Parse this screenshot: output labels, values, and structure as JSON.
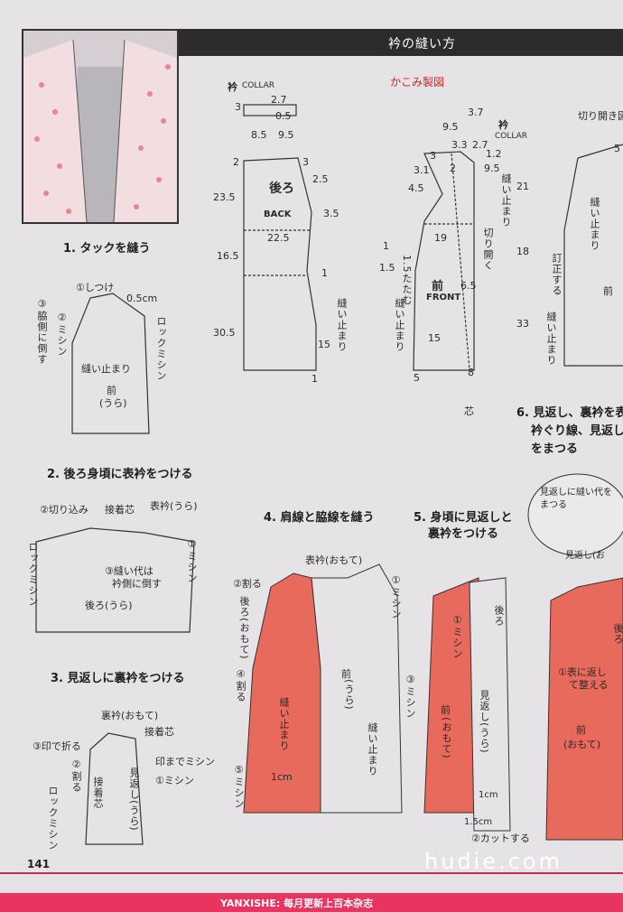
{
  "header": {
    "title": "衿の縫い方"
  },
  "pattern": {
    "subtitle": "かこみ製図",
    "collar_small": {
      "label": "衿",
      "label_en": "COLLAR",
      "m1": "2.7",
      "m2": "3",
      "m3": "0.5",
      "m4": "8.5",
      "m5": "9.5"
    },
    "back": {
      "label": "後ろ",
      "label_en": "BACK",
      "m_top": "2",
      "m_3": "3",
      "m_25": "2.5",
      "m_35": "3.5",
      "m_235": "23.5",
      "m_225": "22.5",
      "m_165": "16.5",
      "m_305": "30.5",
      "m_1a": "1",
      "m_1b": "1",
      "m_15": "15",
      "stop": "縫い止まり"
    },
    "front": {
      "label": "前",
      "label_en": "FRONT",
      "collar": "衿",
      "collar_en": "COLLAR",
      "m_37": "3.7",
      "m_95": "9.5",
      "m_33": "3.3",
      "m_27": "2.7",
      "m_12": "1.2",
      "m_3": "3",
      "m_31": "3.1",
      "m_2": "2",
      "m_95b": "9.5",
      "m_45": "4.5",
      "m_19": "19",
      "m_1": "1",
      "m_15": "1.5",
      "m_65": "6.5",
      "m_15b": "15",
      "m_5": "5",
      "m_8": "8",
      "fold": "1.5たたむ",
      "open": "切り開く",
      "stop1": "縫い止まり",
      "stop2": "縫い止まり",
      "hem": "芯"
    },
    "spread": {
      "title": "切り開き図",
      "m_5": "5",
      "m_21": "21",
      "m_18": "18",
      "m_33": "33",
      "stop1": "縫い止まり",
      "fix": "訂正する",
      "stop2": "縫い止まり",
      "front": "前"
    }
  },
  "steps": {
    "s1": {
      "title": "1. タックを縫う",
      "a": "①しつけ",
      "b": "0.5cm",
      "c": "②ミシン",
      "d": "③脇側に倒す",
      "e": "ロックミシン",
      "f": "縫い止まり",
      "g": "前",
      "h": "(うら)"
    },
    "s2": {
      "title": "2. 後ろ身頃に表衿をつける",
      "a": "②切り込み",
      "b": "接着芯",
      "c": "表衿(うら)",
      "d": "①ミシン",
      "e": "③縫い代は",
      "f": "衿側に倒す",
      "g": "ロックミシン",
      "h": "後ろ(うら)"
    },
    "s3": {
      "title": "3. 見返しに裏衿をつける",
      "a": "裏衿(おもて)",
      "b": "接着芯",
      "c": "③印で折る",
      "d": "印までミシン",
      "e": "②割る",
      "f": "①ミシン",
      "g": "ロックミシン",
      "h": "接着芯",
      "i": "見返し(うら)"
    },
    "s4": {
      "title": "4. 肩線と脇線を縫う",
      "a": "表衿(おもて)",
      "b": "②割る",
      "c": "①ミシン",
      "d": "後ろ(おもて)",
      "e": "④割る",
      "f": "③ミシン",
      "g": "前",
      "h": "(うら)",
      "i": "縫い止まり",
      "j": "縫い止まり",
      "k": "⑤ミシン",
      "l": "1cm"
    },
    "s5": {
      "title": "5. 身頃に見返しと",
      "title2": "裏衿をつける",
      "a": "①ミシン",
      "b": "後ろ",
      "c": "前",
      "d": "(おもて)",
      "e": "見返し(うら)",
      "f": "1cm",
      "g": "1.5cm",
      "h": "②カットする"
    },
    "s6": {
      "title": "6. 見返し、裏衿を表",
      "title2": "衿ぐり線、見返し",
      "title3": "をまつる",
      "bubble1": "見返しに縫い代を",
      "bubble2": "まつる",
      "a": "見返し(お",
      "b": "①表に返し",
      "c": "て整える",
      "d": "前",
      "e": "(おもて)",
      "f": "後ろ"
    }
  },
  "footer": {
    "page": "141",
    "banner": "YANXISHE: 每月更新上百本杂志",
    "watermark": "hudie.com"
  },
  "colors": {
    "accent": "#e8345e",
    "fabric": "#e86a5c",
    "header": "#2e2b2e"
  }
}
